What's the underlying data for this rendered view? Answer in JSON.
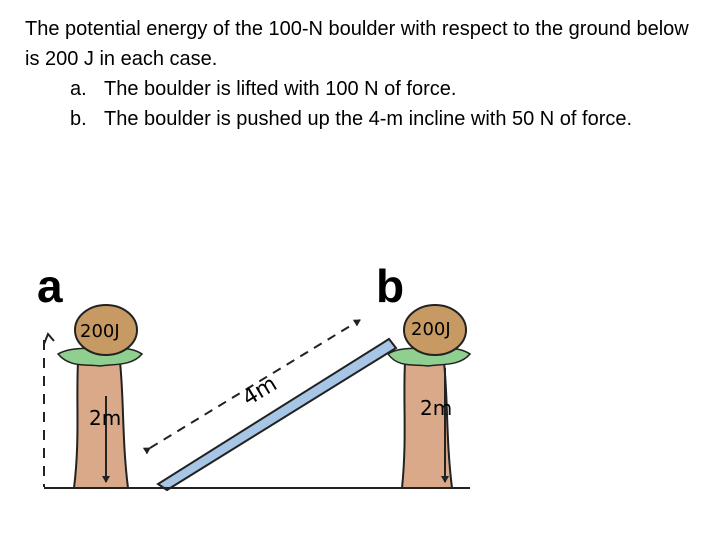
{
  "intro": "The potential energy of the 100-N boulder with respect to the ground below is 200 J in each case.",
  "items": [
    {
      "marker": "a.",
      "text": "The boulder is lifted with 100 N of force."
    },
    {
      "marker": "b.",
      "text": "The boulder is pushed up the 4-m incline with 50 N of force."
    }
  ],
  "figure": {
    "panel_a": {
      "letter": "a",
      "energy": "200J",
      "height": "2m"
    },
    "panel_b": {
      "letter": "b",
      "energy": "200J",
      "height": "2m",
      "incline": "4m"
    }
  },
  "colors": {
    "boulder": "#c79a63",
    "grass": "#8fcf8f",
    "trunk": "#d9a98a",
    "plank": "#a7c6e6"
  }
}
